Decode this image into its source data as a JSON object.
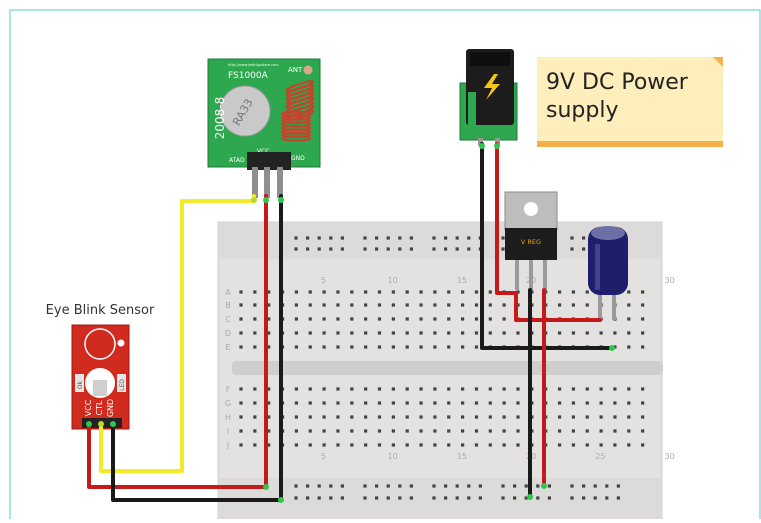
{
  "diagram": {
    "note_text_line1": "9V DC Power",
    "note_text_line2": "supply",
    "sensor_caption": "Eye Blink Sensor",
    "transmitter": {
      "model": "FS1000A",
      "crystal": "RA33",
      "year": "2008-8",
      "ant_label": "ANT",
      "vcc_label": "VCC",
      "data_label": "ATAD",
      "gnd_label": "GND",
      "url_label": "http://www.kedhiguitare.com"
    },
    "sensor_pins": [
      "VCC",
      "CTL",
      "GND"
    ],
    "sensor_side_left": "Ok",
    "sensor_side_right": "LED",
    "regulator_label": "V REG",
    "column_labels_top": [
      "5",
      "10",
      "15",
      "20",
      "25",
      "30"
    ],
    "column_labels_bottom": [
      "5",
      "10",
      "15",
      "20",
      "25",
      "30"
    ],
    "row_labels_top": [
      "A",
      "B",
      "C",
      "D",
      "E"
    ],
    "row_labels_bottom": [
      "F",
      "G",
      "H",
      "I",
      "J"
    ],
    "colors": {
      "frame": "#5bc8cf",
      "breadboard": "#e3e2e0",
      "transmitter_pcb": "#2ea84e",
      "sensor_pcb": "#d12a1f",
      "note_bg": "#fdeebb",
      "note_border": "#f4b04a",
      "wire_red": "#c41a1a",
      "wire_black": "#1a1a1a",
      "wire_yellow": "#f2ea2a"
    }
  }
}
